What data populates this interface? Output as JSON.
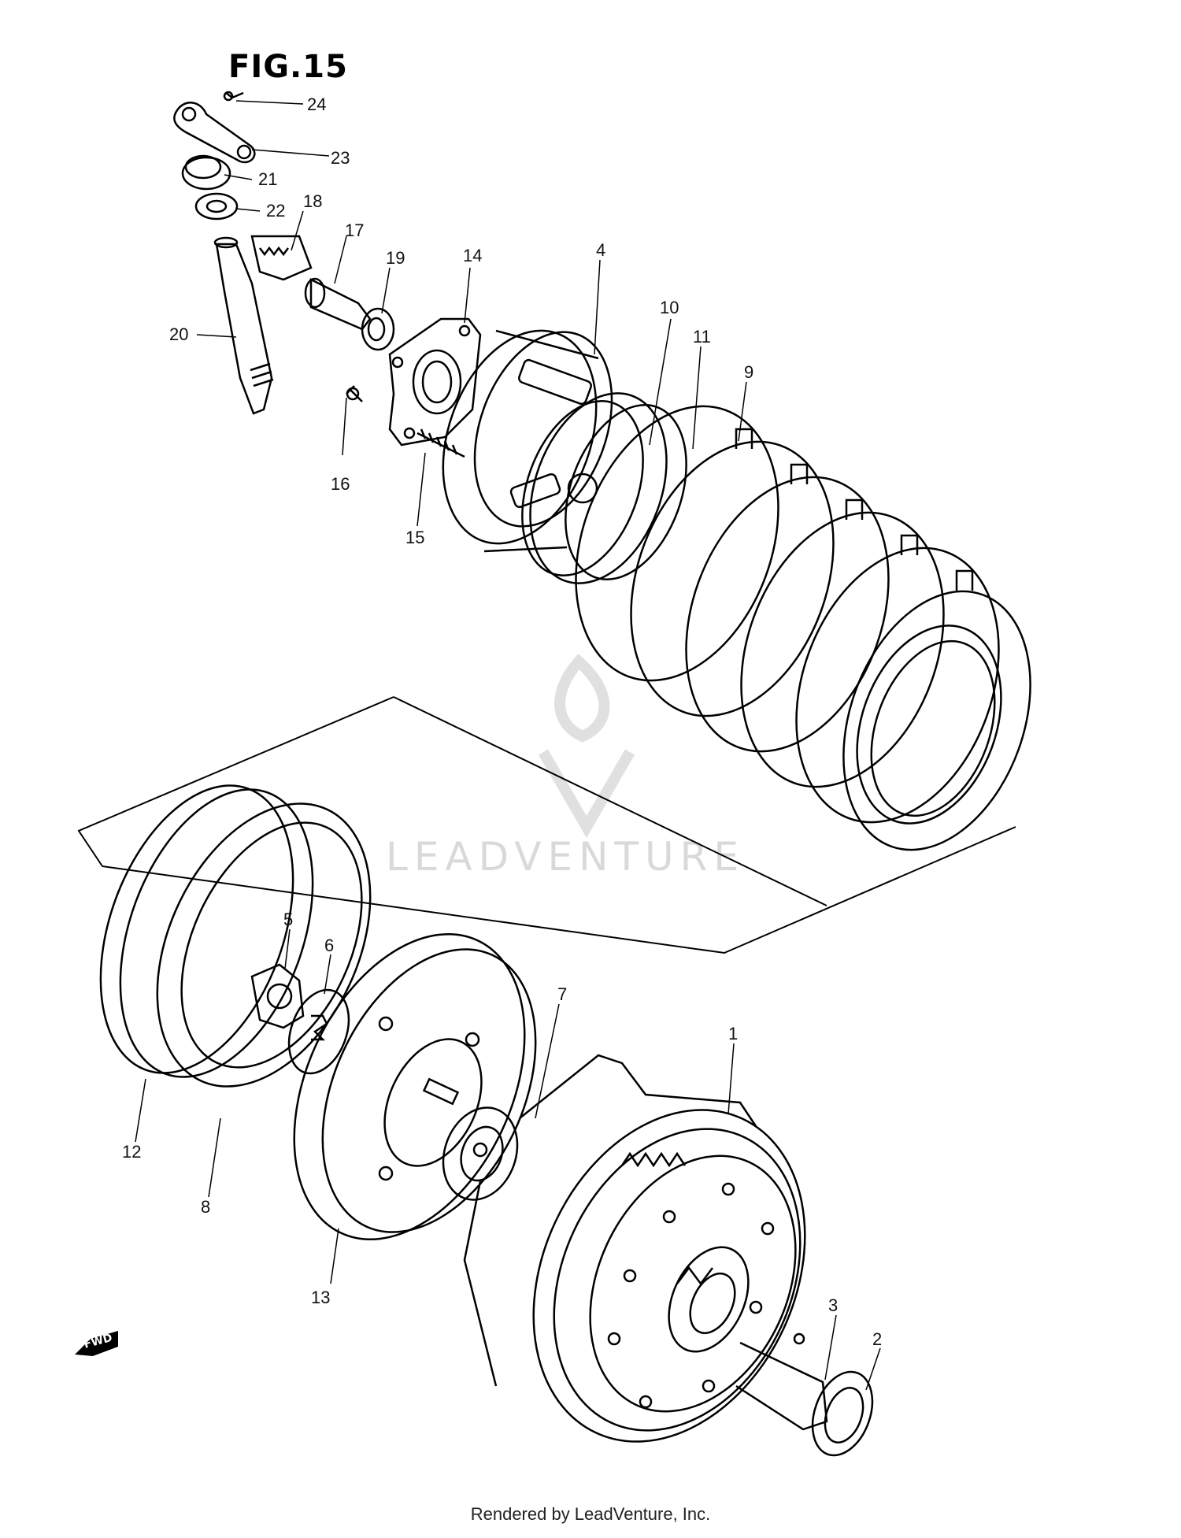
{
  "figure": {
    "title": "FIG.15"
  },
  "callouts": [
    "1",
    "2",
    "3",
    "4",
    "5",
    "6",
    "7",
    "8",
    "9",
    "10",
    "11",
    "12",
    "13",
    "14",
    "15",
    "16",
    "17",
    "18",
    "19",
    "20",
    "21",
    "22",
    "23",
    "24"
  ],
  "direction_arrow": {
    "label": "FWD"
  },
  "watermark": {
    "text": "LEADVENTURE"
  },
  "footer": {
    "text": "Rendered by LeadVenture, Inc."
  },
  "colors": {
    "line": "#000000",
    "watermark": "#d9d9d9"
  }
}
